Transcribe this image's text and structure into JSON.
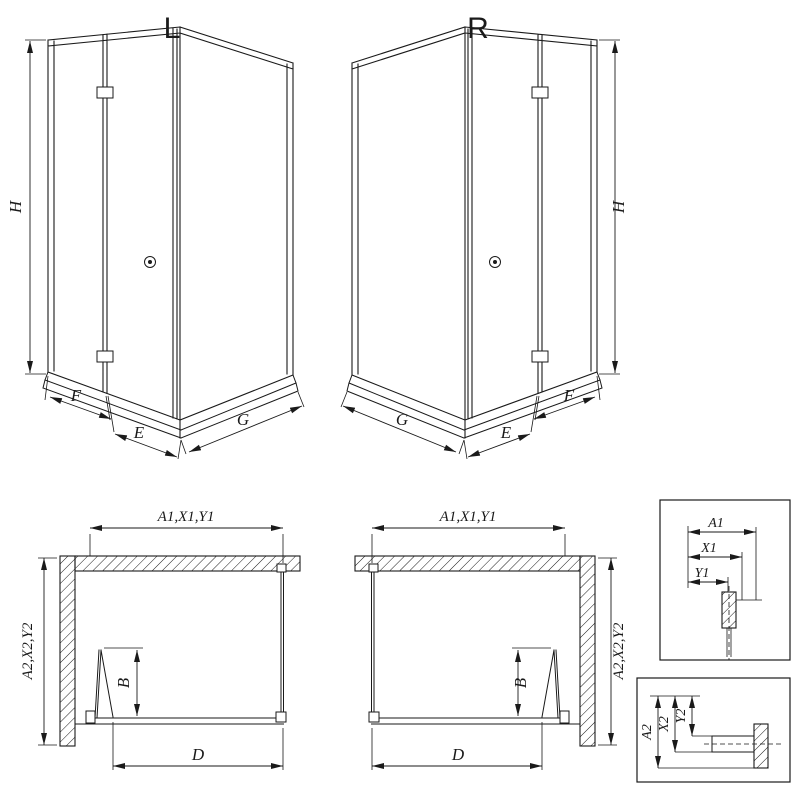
{
  "diagram": {
    "views": {
      "left": {
        "label": "L"
      },
      "right": {
        "label": "R"
      }
    },
    "dimensions": {
      "H": "H",
      "F": "F",
      "E": "E",
      "G": "G",
      "A1X1Y1": "A1,X1,Y1",
      "A2X2Y2": "A2,X2,Y2",
      "B": "B",
      "D": "D",
      "A1": "A1",
      "X1": "X1",
      "Y1": "Y1",
      "A2": "A2",
      "X2": "X2",
      "Y2": "Y2"
    },
    "colors": {
      "line": "#1a1a1a",
      "background": "#ffffff"
    }
  }
}
